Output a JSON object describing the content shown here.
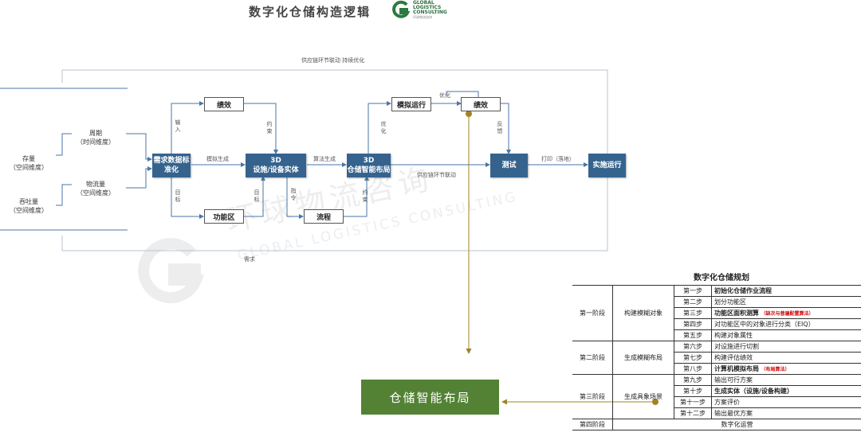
{
  "header": {
    "title": "数字化仓储构造逻辑",
    "logo_line1": "GLOBAL",
    "logo_line2": "LOGISTICS",
    "logo_line3": "CONSULTING",
    "logo_sub": "环球物流咨询"
  },
  "watermark": {
    "cn": "环球物流咨询",
    "en": "GLOBAL LOGISTICS CONSULTING"
  },
  "diagram": {
    "top_loop": "供应链环节联动 持续优化",
    "bottom_loop": "需求",
    "left": {
      "stock": "存量",
      "stock_dim": "（空间维度）",
      "throughput": "吞吐量",
      "throughput_dim": "（空间维度）",
      "cycle": "周期",
      "cycle_dim": "（时间维度）",
      "flow": "物流量",
      "flow_dim": "（空间维度）"
    },
    "nodes": {
      "demand": "需求数据标准化",
      "perf1": "绩效",
      "func": "功能区",
      "facility_l1": "3D",
      "facility_l2": "设施/设备实体",
      "process": "流程",
      "layout_l1": "3D",
      "layout_l2": "仓储智能布局",
      "sim": "模拟运行",
      "perf2": "绩效",
      "test": "测试",
      "impl": "实施运行"
    },
    "labels": {
      "input": "输入",
      "target1": "目标",
      "model_gen": "模拟生成",
      "constraint1": "约束",
      "target2": "目标",
      "guide": "指令",
      "algo_gen": "算法生成",
      "constraint2": "约束",
      "optimize1": "优化",
      "optimize2": "优化",
      "chain_link": "供应链环节联动",
      "feedback": "反馈",
      "print": "打印（落地）"
    }
  },
  "result_box": "仓储智能布局",
  "plan": {
    "title": "数字化仓储规划",
    "stages": [
      {
        "stage": "第一阶段",
        "task": "构建模糊对象"
      },
      {
        "stage": "第二阶段",
        "task": "生成模糊布局"
      },
      {
        "stage": "第三阶段",
        "task": "生成具象场景"
      },
      {
        "stage": "第四阶段",
        "task": "数字化运营"
      }
    ],
    "steps": [
      {
        "n": "第一步",
        "t": "初始化仓储作业流程",
        "note": ""
      },
      {
        "n": "第二步",
        "t": "划分功能区",
        "note": ""
      },
      {
        "n": "第三步",
        "t": "功能区面积测算",
        "note": "（缺次与普遍配置算法）"
      },
      {
        "n": "第四步",
        "t": "对功能区中的对象进行分类（EIQ）",
        "note": ""
      },
      {
        "n": "第五步",
        "t": "构建对象属性",
        "note": ""
      },
      {
        "n": "第六步",
        "t": "对设施进行切割",
        "note": ""
      },
      {
        "n": "第七步",
        "t": "构建评估绩效",
        "note": ""
      },
      {
        "n": "第八步",
        "t": "计算机模拟布局",
        "note": "（布局算法）"
      },
      {
        "n": "第九步",
        "t": "输出可行方案",
        "note": ""
      },
      {
        "n": "第十步",
        "t": "生成实体（设施/设备构建）",
        "note": ""
      },
      {
        "n": "第十一步",
        "t": "方案评价",
        "note": ""
      },
      {
        "n": "第十二步",
        "t": "输出最优方案",
        "note": ""
      }
    ]
  },
  "colors": {
    "node_dark": "#35638e",
    "result_green": "#548235",
    "connector": "#a08424",
    "line": "#4a76a8"
  }
}
